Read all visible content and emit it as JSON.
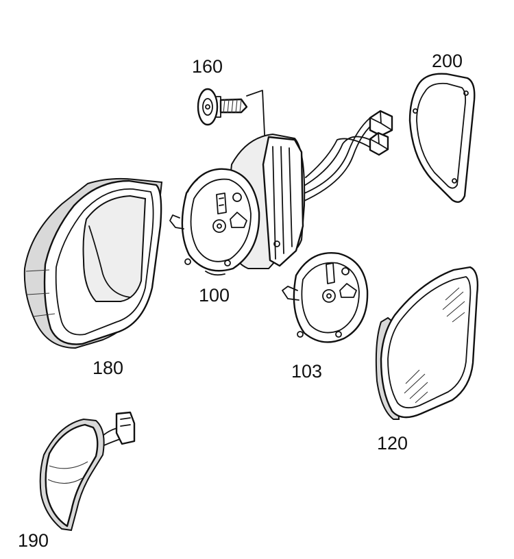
{
  "diagram": {
    "labels": {
      "p160": "160",
      "p200": "200",
      "p100": "100",
      "p180": "180",
      "p103": "103",
      "p120": "120",
      "p190": "190"
    }
  }
}
